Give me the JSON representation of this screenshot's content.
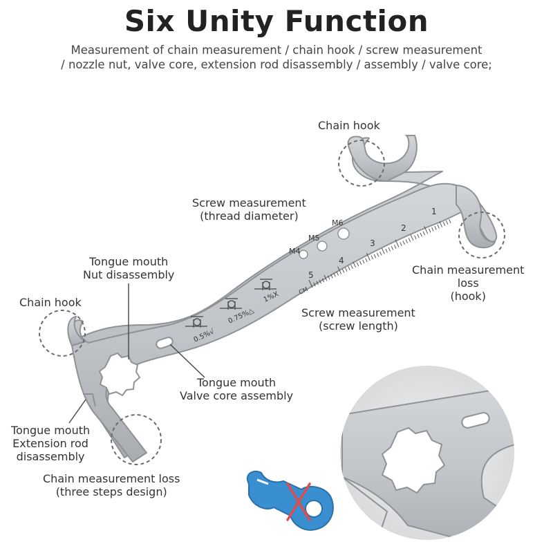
{
  "title": "Six Unity Function",
  "subtitle": {
    "line1": "Measurement of chain measurement / chain hook / screw measurement",
    "line2": "/ nozzle nut, valve core, extension rod disassembly / assembly / valve core;"
  },
  "callouts": {
    "chain_hook_top": "Chain hook",
    "screw_thread": {
      "line1": "Screw measurement",
      "line2": "(thread diameter)"
    },
    "chain_measure_hook": {
      "line1": "Chain measurement",
      "line2": "loss",
      "line3": "(hook)"
    },
    "tongue_nut": {
      "line1": "Tongue mouth",
      "line2": "Nut disassembly"
    },
    "chain_hook_left": "Chain hook",
    "screw_length": {
      "line1": "Screw measurement",
      "line2": "(screw length)"
    },
    "tongue_valve": {
      "line1": "Tongue mouth",
      "line2": "Valve core assembly"
    },
    "tongue_extension": {
      "line1": "Tongue mouth",
      "line2": "Extension rod",
      "line3": "disassembly"
    },
    "chain_three_steps": {
      "line1": "Chain measurement loss",
      "line2": "(three steps design)"
    }
  },
  "tool_markings": {
    "holes": [
      "M4",
      "M5",
      "M6"
    ],
    "ruler_unit": "CM",
    "ruler_numbers": [
      "1",
      "2",
      "3",
      "4",
      "5"
    ],
    "wear_marks": [
      "0.5%√",
      "0.75%△",
      "1%X"
    ]
  },
  "colors": {
    "steel": "#c3c6ca",
    "steel_edge": "#8e9296",
    "dashed_circle": "#6a6a6a",
    "wrong_tool_blue": "#3a8fd0",
    "cross_red": "#e24b4b"
  }
}
